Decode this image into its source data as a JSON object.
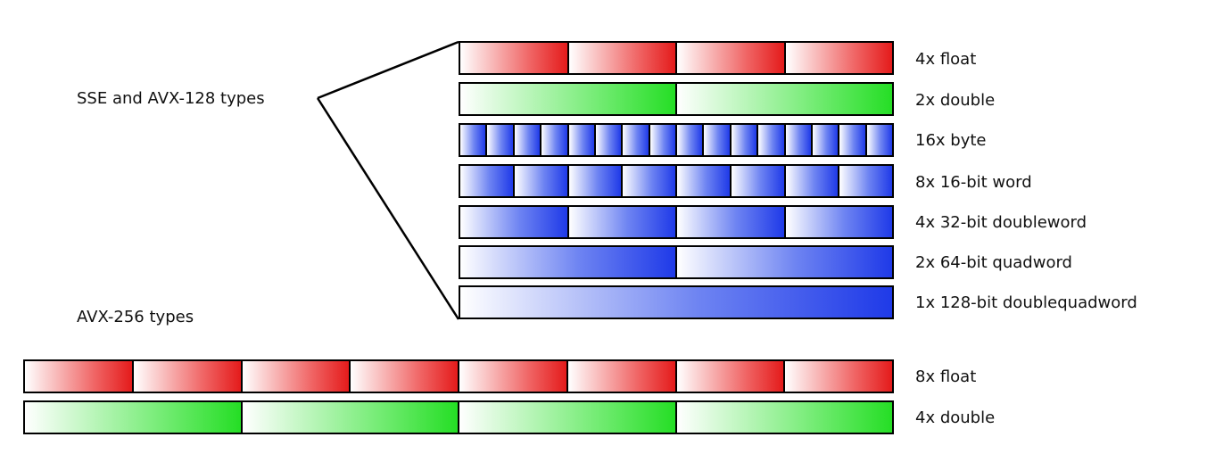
{
  "sections": {
    "sse_label": "SSE and AVX-128 types",
    "avx256_label": "AVX-256 types"
  },
  "registers_128": [
    {
      "label": "4x float",
      "lanes": 4,
      "kind": "float"
    },
    {
      "label": "2x double",
      "lanes": 2,
      "kind": "double"
    },
    {
      "label": "16x byte",
      "lanes": 16,
      "kind": "int"
    },
    {
      "label": "8x 16-bit word",
      "lanes": 8,
      "kind": "int"
    },
    {
      "label": "4x 32-bit doubleword",
      "lanes": 4,
      "kind": "int"
    },
    {
      "label": "2x 64-bit quadword",
      "lanes": 2,
      "kind": "int"
    },
    {
      "label": "1x 128-bit doublequadword",
      "lanes": 1,
      "kind": "int"
    }
  ],
  "registers_256": [
    {
      "label": "8x float",
      "lanes": 8,
      "kind": "float"
    },
    {
      "label": "4x double",
      "lanes": 4,
      "kind": "double"
    }
  ],
  "colors": {
    "float": "#e41b1b",
    "double": "#25de25",
    "int": "#1f3ae8"
  }
}
